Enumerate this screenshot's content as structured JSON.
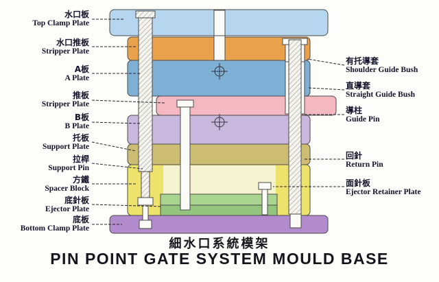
{
  "title": {
    "zh": "細水口系統模架",
    "en": "PIN POINT GATE SYSTEM MOULD BASE"
  },
  "left_labels": [
    {
      "zh": "水口板",
      "en": "Top Clamp Plate"
    },
    {
      "zh": "水口推板",
      "en": "Stripper Plate"
    },
    {
      "zh": "A板",
      "en": "A Plate"
    },
    {
      "zh": "推板",
      "en": "Stripper Plate"
    },
    {
      "zh": "B板",
      "en": "B Plate"
    },
    {
      "zh": "托板",
      "en": "Support Plate"
    },
    {
      "zh": "拉桿",
      "en": "Support Pin"
    },
    {
      "zh": "方鐵",
      "en": "Spacer Block"
    },
    {
      "zh": "底針板",
      "en": "Ejector Plate"
    },
    {
      "zh": "底板",
      "en": "Bottom Clamp Plate"
    }
  ],
  "right_labels": [
    {
      "zh": "有托導套",
      "en": "Shoulder Guide Bush"
    },
    {
      "zh": "直導套",
      "en": "Straight Guide Bush"
    },
    {
      "zh": "導柱",
      "en": "Guide Pin"
    },
    {
      "zh": "回針",
      "en": "Return Pin"
    },
    {
      "zh": "面針板",
      "en": "Ejector Retainer Plate"
    }
  ],
  "colors": {
    "top_clamp_plate": "#b5d6ee",
    "stripper_plate_upper": "#eaa14b",
    "a_plate": "#7eafd5",
    "stripper_plate_mid": "#f4b9c0",
    "b_plate": "#c9b7dd",
    "support_plate": "#cdbd72",
    "spacer_block": "#ece26c",
    "ejection_space": "#f6f2cf",
    "ejector_retainer_plate": "#a9d490",
    "ejector_plate": "#93c57e",
    "bottom_clamp_plate": "#b18bcb",
    "outline": "#4a4a4a",
    "label_text": "#13132b"
  }
}
